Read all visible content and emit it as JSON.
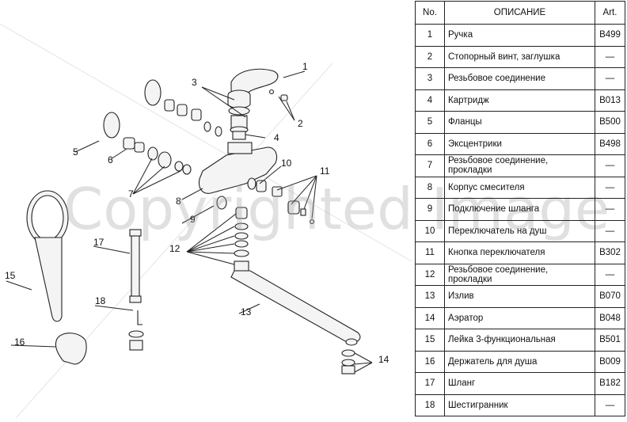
{
  "table": {
    "headers": {
      "no": "No.",
      "description": "ОПИСАНИЕ",
      "article": "Art."
    },
    "rows": [
      {
        "no": "1",
        "description": "Ручка",
        "article": "B499"
      },
      {
        "no": "2",
        "description": "Стопорный винт, заглушка",
        "article": "—"
      },
      {
        "no": "3",
        "description": "Резьбовое соединение",
        "article": "—"
      },
      {
        "no": "4",
        "description": "Картридж",
        "article": "B013"
      },
      {
        "no": "5",
        "description": "Фланцы",
        "article": "B500"
      },
      {
        "no": "6",
        "description": "Эксцентрики",
        "article": "B498"
      },
      {
        "no": "7",
        "description": "Резьбовое соединение, прокладки",
        "article": "—"
      },
      {
        "no": "8",
        "description": "Корпус смесителя",
        "article": "—"
      },
      {
        "no": "9",
        "description": "Подключение шланга",
        "article": "—"
      },
      {
        "no": "10",
        "description": "Переключатель на душ",
        "article": "—"
      },
      {
        "no": "11",
        "description": "Кнопка переключателя",
        "article": "B302"
      },
      {
        "no": "12",
        "description": "Резьбовое соединение, прокладки",
        "article": "—"
      },
      {
        "no": "13",
        "description": "Излив",
        "article": "B070"
      },
      {
        "no": "14",
        "description": "Аэратор",
        "article": "B048"
      },
      {
        "no": "15",
        "description": "Лейка 3-функциональная",
        "article": "B501"
      },
      {
        "no": "16",
        "description": "Держатель для душа",
        "article": "B009"
      },
      {
        "no": "17",
        "description": "Шланг",
        "article": "B182"
      },
      {
        "no": "18",
        "description": "Шестигранник",
        "article": "—"
      }
    ]
  },
  "diagram": {
    "callouts": [
      "1",
      "2",
      "3",
      "4",
      "5",
      "6",
      "7",
      "8",
      "9",
      "10",
      "11",
      "12",
      "13",
      "14",
      "15",
      "16",
      "17",
      "18"
    ]
  },
  "watermark": "Copyrighted Image"
}
